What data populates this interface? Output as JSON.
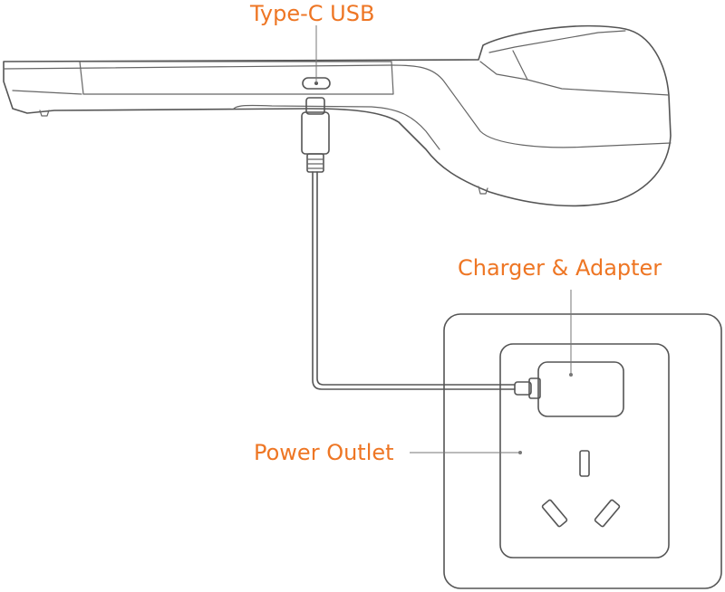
{
  "labels": {
    "usb_port": "Type-C USB",
    "charger": "Charger & Adapter",
    "outlet": "Power Outlet"
  },
  "colors": {
    "accent": "#ee7624",
    "line": "#555555"
  },
  "icons": [
    "handheld-device-icon",
    "usb-c-connector-icon",
    "charger-adapter-icon",
    "wall-socket-icon"
  ]
}
